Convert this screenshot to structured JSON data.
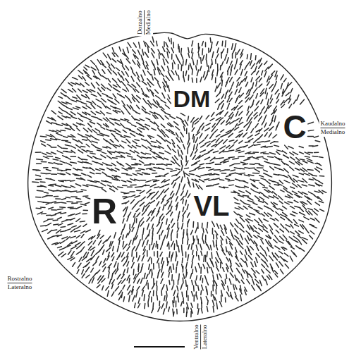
{
  "diagram": {
    "labels": [
      "Dorzalno",
      "Medialno",
      "Kaudalno",
      "Medialno",
      "DM",
      "C",
      "R",
      "VL",
      "Rostralno",
      "Lateralno",
      "Ventralno",
      "Lateralno"
    ]
  }
}
